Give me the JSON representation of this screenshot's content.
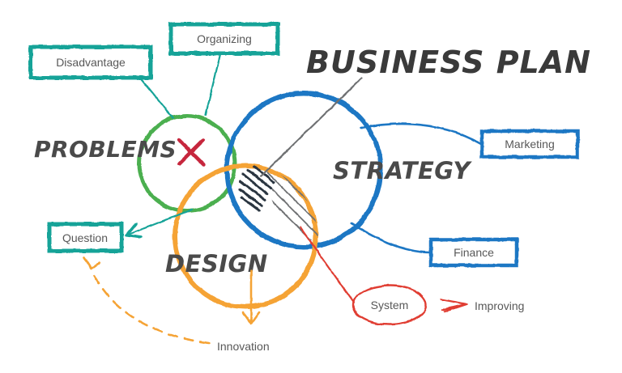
{
  "title": "BUSINESS PLAN",
  "colors": {
    "green": "#4caf50",
    "blue": "#1f77c4",
    "orange": "#f5a335",
    "teal": "#16a398",
    "red": "#e03c31",
    "crimson": "#c6283c",
    "gray_text": "#4a4a4a",
    "hatch_gray": "#6e7072",
    "box_text": "#585858"
  },
  "circles": {
    "green": {
      "label": "PROBLEMS"
    },
    "blue": {
      "label": "STRATEGY"
    },
    "orange": {
      "label": "DESIGN"
    }
  },
  "labels": {
    "disadvantage": "Disadvantage",
    "organizing": "Organizing",
    "question": "Question",
    "marketing": "Marketing",
    "finance": "Finance",
    "system": "System",
    "improving": "Improving",
    "innovation": "Innovation"
  },
  "marks": {
    "cross": "X"
  }
}
